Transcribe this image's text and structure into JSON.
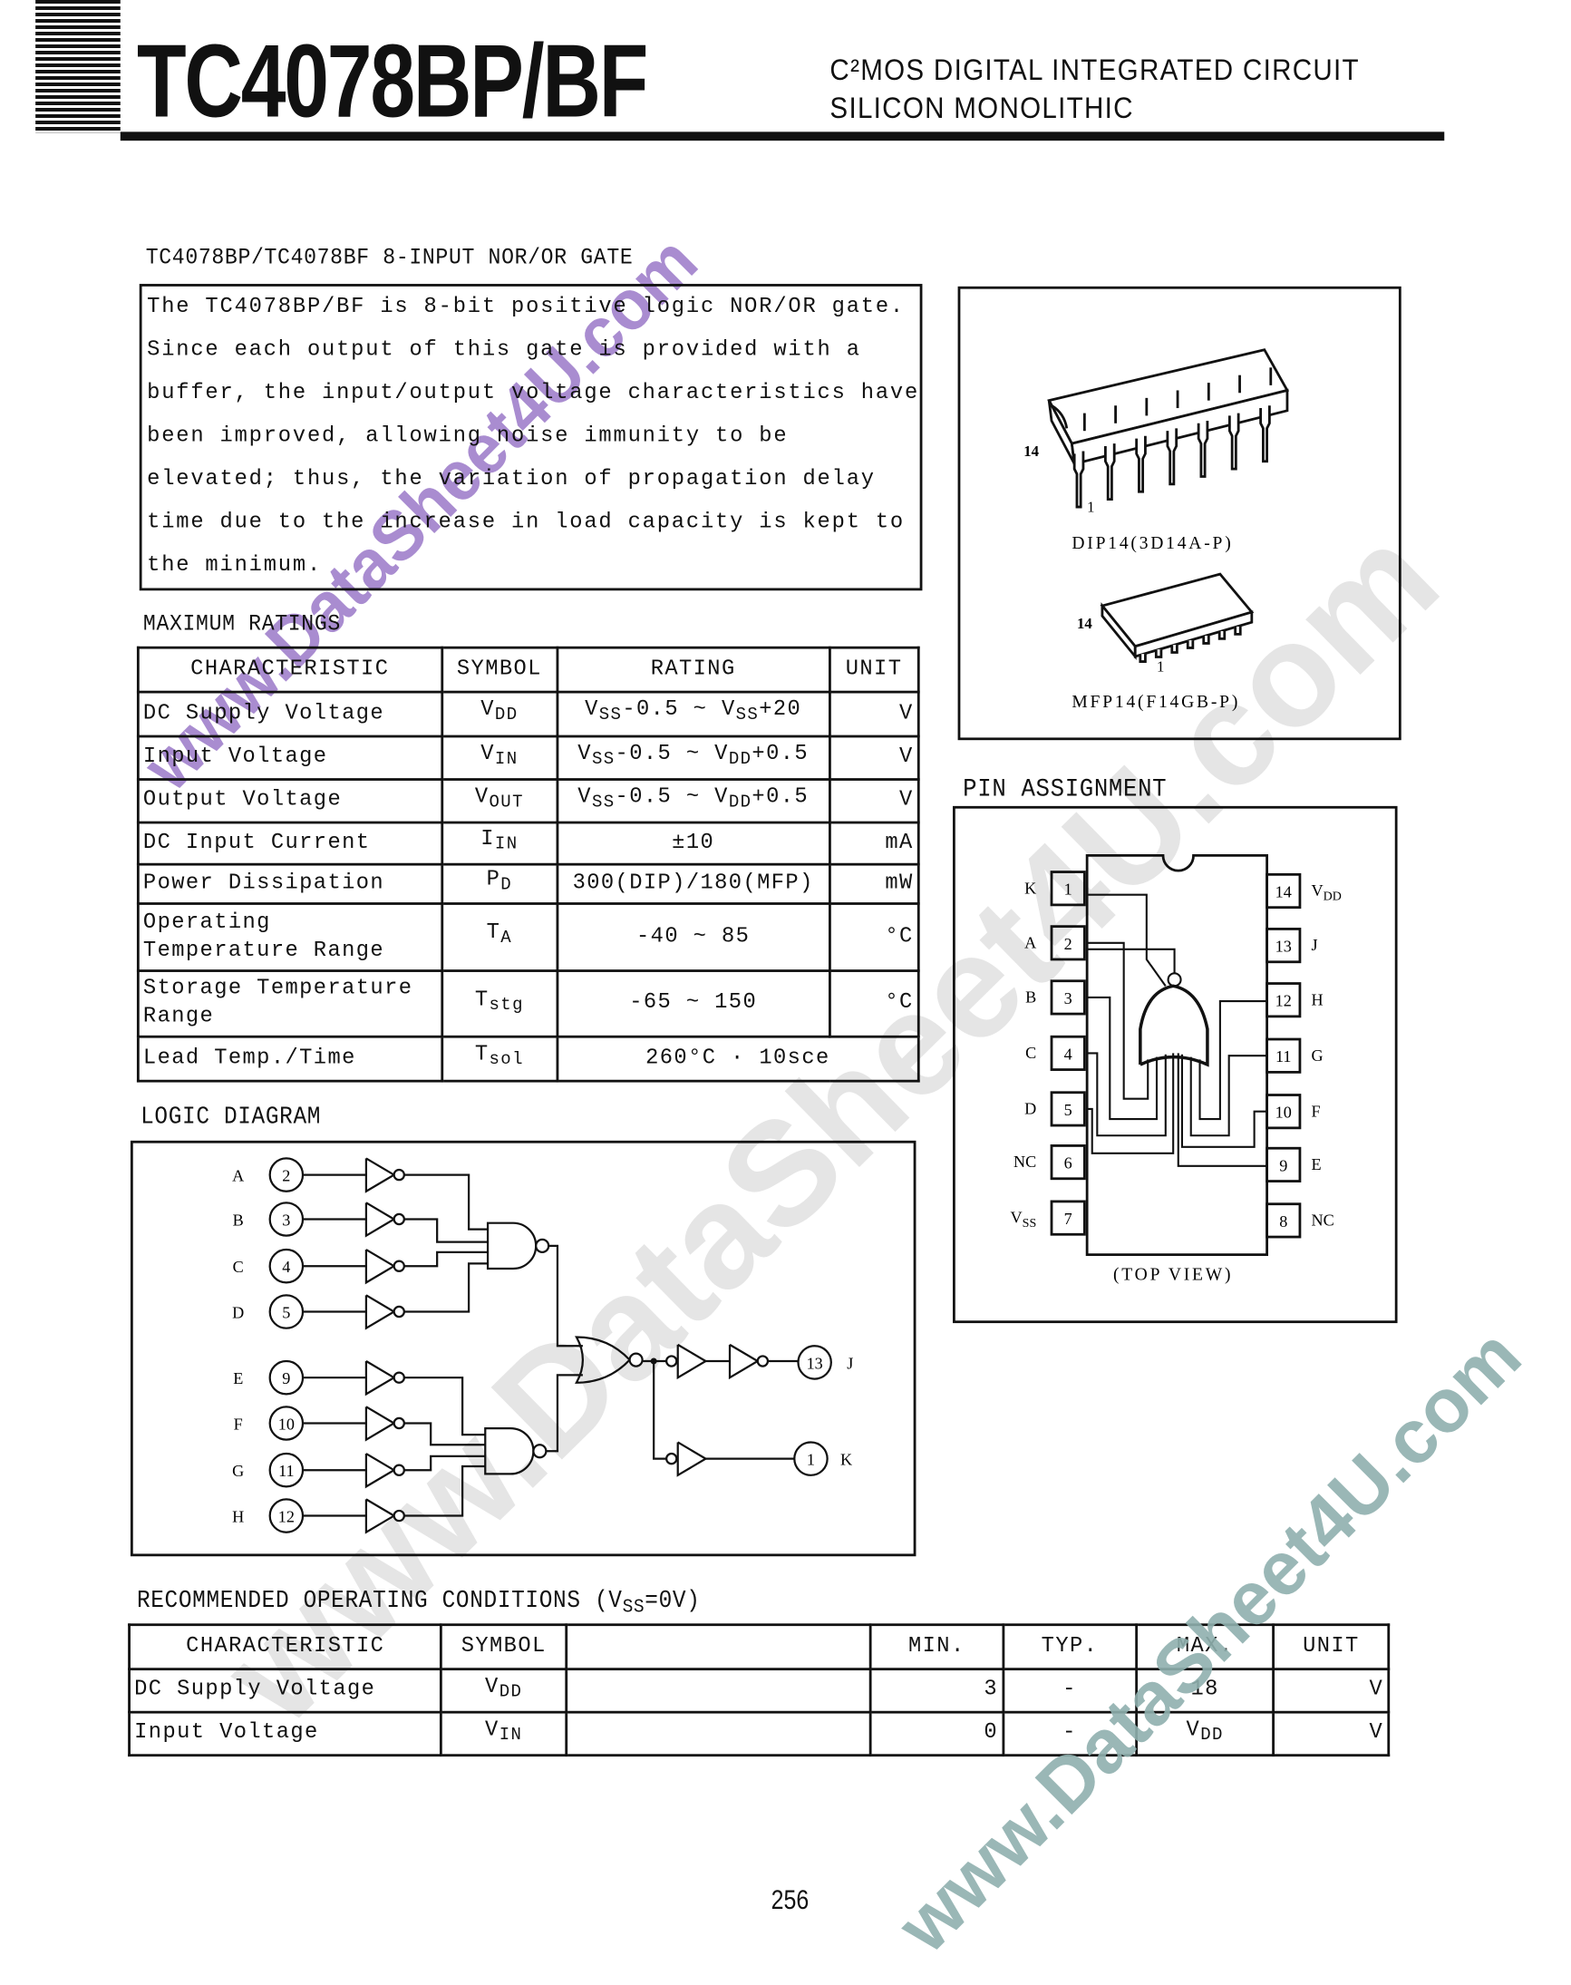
{
  "header": {
    "title": "TC4078BP/BF",
    "subtitle_line1": "C²MOS DIGITAL INTEGRATED CIRCUIT",
    "subtitle_line2": "SILICON MONOLITHIC"
  },
  "description": {
    "heading": "TC4078BP/TC4078BF 8-INPUT NOR/OR GATE",
    "lines": [
      "The TC4078BP/BF is 8-bit positive logic NOR/OR gate.",
      "Since each output of this gate is provided with a",
      "buffer, the input/output voltage characteristics have",
      "been improved, allowing noise immunity to be",
      "elevated; thus, the variation of propagation delay",
      "time due to the increase in load capacity is kept to",
      "the minimum."
    ]
  },
  "packages": {
    "dip_label": "DIP14(3D14A-P)",
    "mfp_label": "MFP14(F14GB-P)",
    "pin_first": "1",
    "pin_last": "14"
  },
  "max_ratings": {
    "heading": "MAXIMUM RATINGS",
    "headers": [
      "CHARACTERISTIC",
      "SYMBOL",
      "RATING",
      "UNIT"
    ],
    "rows": [
      [
        [
          [
            "DC Supply Voltage"
          ]
        ],
        [
          [
            "V"
          ],
          [
            "DD",
            "s"
          ]
        ],
        [
          [
            "V"
          ],
          [
            "SS",
            "s"
          ],
          [
            "-0.5 ~ V"
          ],
          [
            "SS",
            "s"
          ],
          [
            "+20"
          ]
        ],
        [
          [
            "V"
          ]
        ]
      ],
      [
        [
          [
            "Input Voltage"
          ]
        ],
        [
          [
            "V"
          ],
          [
            "IN",
            "s"
          ]
        ],
        [
          [
            "V"
          ],
          [
            "SS",
            "s"
          ],
          [
            "-0.5 ~ V"
          ],
          [
            "DD",
            "s"
          ],
          [
            "+0.5"
          ]
        ],
        [
          [
            "V"
          ]
        ]
      ],
      [
        [
          [
            "Output Voltage"
          ]
        ],
        [
          [
            "V"
          ],
          [
            "OUT",
            "s"
          ]
        ],
        [
          [
            "V"
          ],
          [
            "SS",
            "s"
          ],
          [
            "-0.5 ~ V"
          ],
          [
            "DD",
            "s"
          ],
          [
            "+0.5"
          ]
        ],
        [
          [
            "V"
          ]
        ]
      ],
      [
        [
          [
            "DC Input Current"
          ]
        ],
        [
          [
            "I"
          ],
          [
            "IN",
            "s"
          ]
        ],
        [
          [
            "±10"
          ]
        ],
        [
          [
            "mA"
          ]
        ]
      ],
      [
        [
          [
            "Power Dissipation"
          ]
        ],
        [
          [
            "P"
          ],
          [
            "D",
            "s"
          ]
        ],
        [
          [
            "300(DIP)/180(MFP)"
          ]
        ],
        [
          [
            "mW"
          ]
        ]
      ],
      [
        [
          [
            "Operating Temperature Range"
          ]
        ],
        [
          [
            "T"
          ],
          [
            "A",
            "s"
          ]
        ],
        [
          [
            "-40 ~ 85"
          ]
        ],
        [
          [
            "°C"
          ]
        ]
      ],
      [
        [
          [
            "Storage Temperature Range"
          ]
        ],
        [
          [
            "T"
          ],
          [
            "stg",
            "s"
          ]
        ],
        [
          [
            "-65 ~ 150"
          ]
        ],
        [
          [
            "°C"
          ]
        ]
      ],
      [
        [
          [
            "Lead Temp./Time"
          ]
        ],
        [
          [
            "T"
          ],
          [
            "sol",
            "s"
          ]
        ],
        [
          [
            "260°C · 10sce"
          ]
        ]
      ]
    ]
  },
  "pin_assignment": {
    "heading": "PIN ASSIGNMENT",
    "view_label": "(TOP VIEW)",
    "left_pins": [
      {
        "num": "1",
        "name": "K"
      },
      {
        "num": "2",
        "name": "A"
      },
      {
        "num": "3",
        "name": "B"
      },
      {
        "num": "4",
        "name": "C"
      },
      {
        "num": "5",
        "name": "D"
      },
      {
        "num": "6",
        "name": "NC"
      },
      {
        "num": "7",
        "name": "V",
        "sub": "SS"
      }
    ],
    "right_pins": [
      {
        "num": "14",
        "name": "V",
        "sub": "DD"
      },
      {
        "num": "13",
        "name": "J"
      },
      {
        "num": "12",
        "name": "H"
      },
      {
        "num": "11",
        "name": "G"
      },
      {
        "num": "10",
        "name": "F"
      },
      {
        "num": "9",
        "name": "E"
      },
      {
        "num": "8",
        "name": "NC"
      }
    ]
  },
  "logic_diagram": {
    "heading": "LOGIC DIAGRAM",
    "inputs": [
      {
        "name": "A",
        "pin": "2"
      },
      {
        "name": "B",
        "pin": "3"
      },
      {
        "name": "C",
        "pin": "4"
      },
      {
        "name": "D",
        "pin": "5"
      },
      {
        "name": "E",
        "pin": "9"
      },
      {
        "name": "F",
        "pin": "10"
      },
      {
        "name": "G",
        "pin": "11"
      },
      {
        "name": "H",
        "pin": "12"
      }
    ],
    "outputs": [
      {
        "name": "J",
        "pin": "13"
      },
      {
        "name": "K",
        "pin": "1"
      }
    ]
  },
  "recommended": {
    "heading": "RECOMMENDED OPERATING CONDITIONS",
    "heading_cond": [
      [
        "(V"
      ],
      [
        "SS",
        "s"
      ],
      [
        "=0V)"
      ]
    ],
    "headers": [
      "CHARACTERISTIC",
      "SYMBOL",
      "",
      "MIN.",
      "TYP.",
      "MAX.",
      "UNIT"
    ],
    "rows": [
      [
        [
          [
            "DC Supply Voltage"
          ]
        ],
        [
          [
            "V"
          ],
          [
            "DD",
            "s"
          ]
        ],
        [
          [
            ""
          ]
        ],
        [
          [
            "3"
          ]
        ],
        [
          [
            "-"
          ]
        ],
        [
          [
            "18"
          ]
        ],
        [
          [
            "V"
          ]
        ]
      ],
      [
        [
          [
            "Input Voltage"
          ]
        ],
        [
          [
            "V"
          ],
          [
            "IN",
            "s"
          ]
        ],
        [
          [
            ""
          ]
        ],
        [
          [
            "0"
          ]
        ],
        [
          [
            "-"
          ]
        ],
        [
          [
            "V"
          ],
          [
            "DD",
            "s"
          ]
        ],
        [
          [
            "V"
          ]
        ]
      ]
    ]
  },
  "page_number": "256",
  "watermark": {
    "text": "www.DataSheet4U.com",
    "colors": {
      "purple": "#9a78c8",
      "gray": "#dcdcdc",
      "teal": "#8fb0ae"
    }
  }
}
